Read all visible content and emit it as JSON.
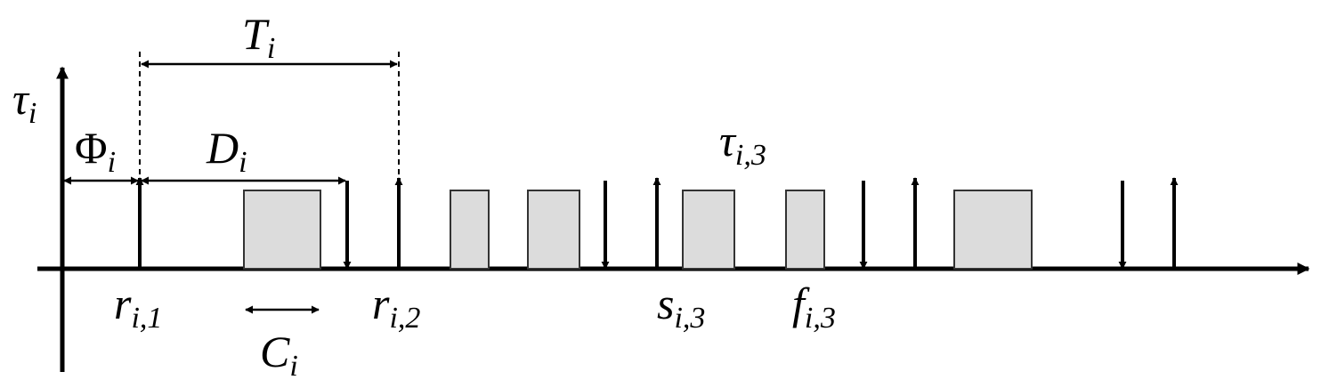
{
  "colors": {
    "line": "#000000",
    "block_fill": "#dcdcdc",
    "block_stroke": "#333333"
  },
  "labels": {
    "y_axis": {
      "main": "τ",
      "sub": "i"
    },
    "phase": {
      "main": "Φ",
      "sub": "i"
    },
    "period": {
      "main": "T",
      "sub": "i"
    },
    "deadline": {
      "main": "D",
      "sub": "i"
    },
    "job3": {
      "main": "τ",
      "sub": "i,3"
    },
    "release1": {
      "main": "r",
      "sub": "i,1"
    },
    "release2": {
      "main": "r",
      "sub": "i,2"
    },
    "start3": {
      "main": "s",
      "sub": "i,3"
    },
    "finish3": {
      "main": "f",
      "sub": "i,3"
    },
    "exec": {
      "main": "C",
      "sub": "i"
    }
  }
}
